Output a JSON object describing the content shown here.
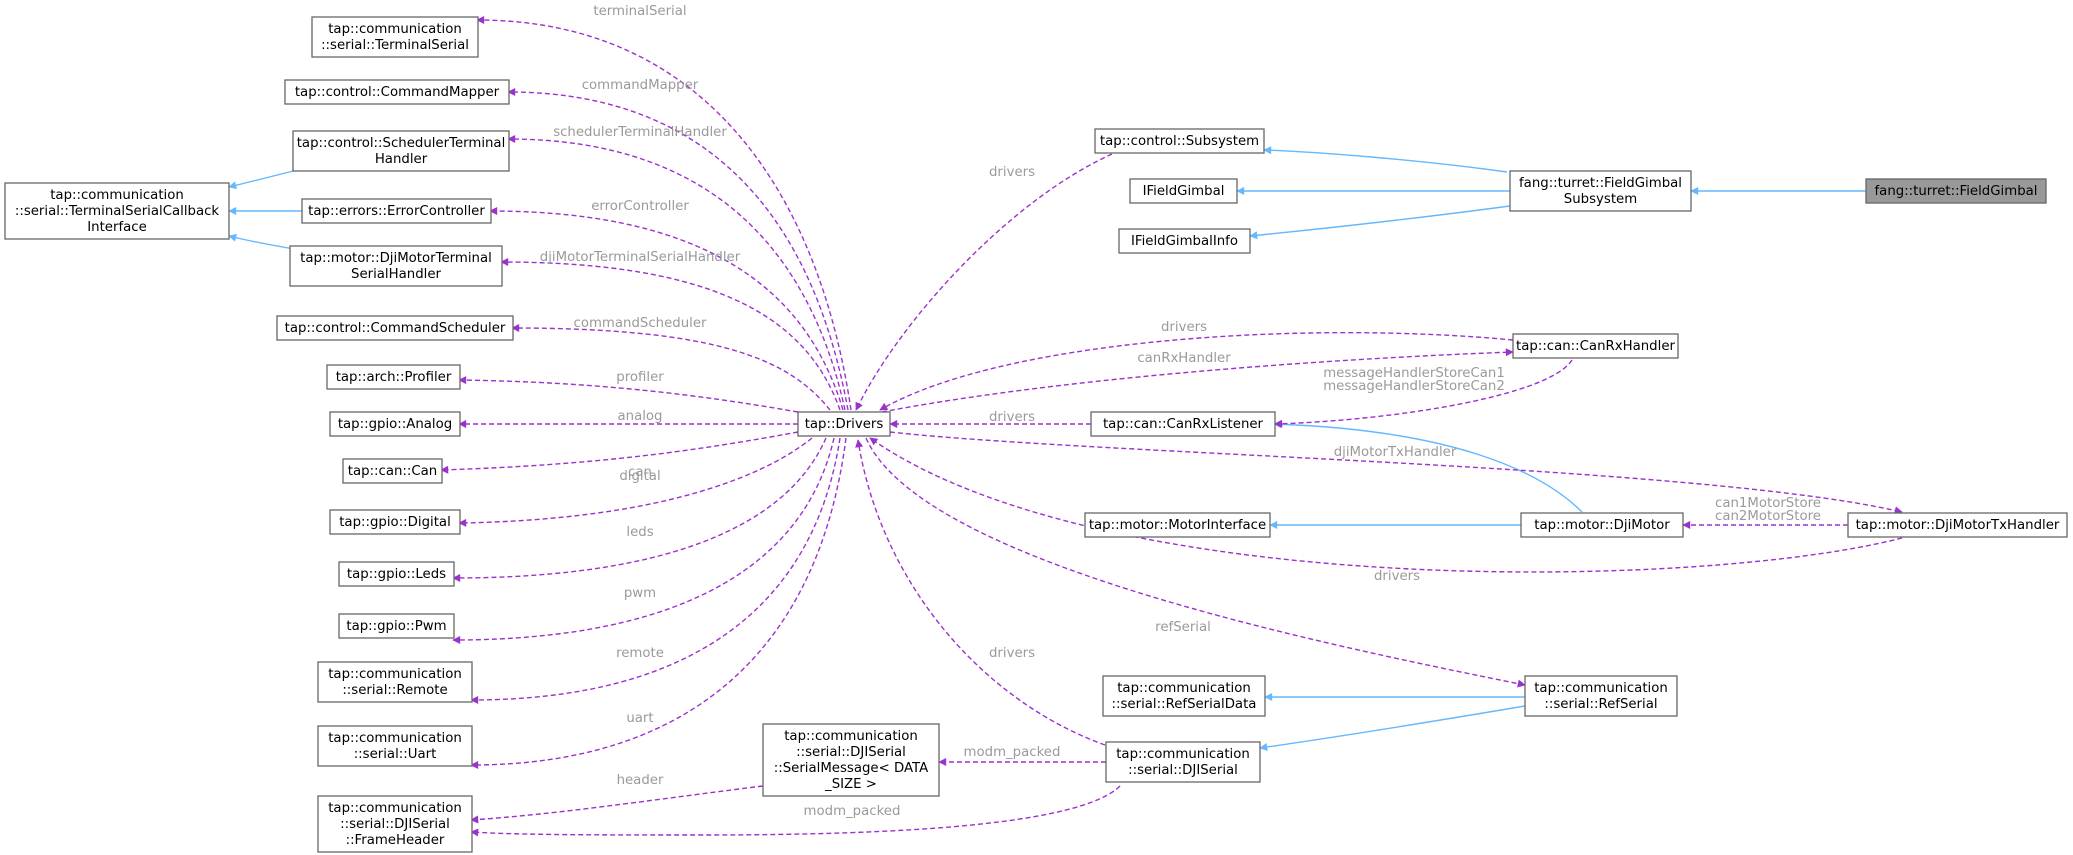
{
  "nodes": [
    {
      "id": "TerminalSerial",
      "lines": [
        "tap::communication",
        "::serial::TerminalSerial"
      ]
    },
    {
      "id": "CommandMapper",
      "lines": [
        "tap::control::CommandMapper"
      ]
    },
    {
      "id": "SchedulerTerminalHandler",
      "lines": [
        "tap::control::SchedulerTerminal",
        "Handler"
      ]
    },
    {
      "id": "TerminalSerialCallbackInterface",
      "lines": [
        "tap::communication",
        "::serial::TerminalSerialCallback",
        "Interface"
      ]
    },
    {
      "id": "ErrorController",
      "lines": [
        "tap::errors::ErrorController"
      ]
    },
    {
      "id": "DjiMotorTerminalSerialHandler",
      "lines": [
        "tap::motor::DjiMotorTerminal",
        "SerialHandler"
      ]
    },
    {
      "id": "CommandScheduler",
      "lines": [
        "tap::control::CommandScheduler"
      ]
    },
    {
      "id": "Profiler",
      "lines": [
        "tap::arch::Profiler"
      ]
    },
    {
      "id": "Analog",
      "lines": [
        "tap::gpio::Analog"
      ]
    },
    {
      "id": "Can",
      "lines": [
        "tap::can::Can"
      ]
    },
    {
      "id": "Digital",
      "lines": [
        "tap::gpio::Digital"
      ]
    },
    {
      "id": "Leds",
      "lines": [
        "tap::gpio::Leds"
      ]
    },
    {
      "id": "Pwm",
      "lines": [
        "tap::gpio::Pwm"
      ]
    },
    {
      "id": "Remote",
      "lines": [
        "tap::communication",
        "::serial::Remote"
      ]
    },
    {
      "id": "Uart",
      "lines": [
        "tap::communication",
        "::serial::Uart"
      ]
    },
    {
      "id": "FrameHeader",
      "lines": [
        "tap::communication",
        "::serial::DJISerial",
        "::FrameHeader"
      ]
    },
    {
      "id": "SerialMessage",
      "lines": [
        "tap::communication",
        "::serial::DJISerial",
        "::SerialMessage< DATA",
        "_SIZE >"
      ]
    },
    {
      "id": "Drivers",
      "lines": [
        "tap::Drivers"
      ]
    },
    {
      "id": "Subsystem",
      "lines": [
        "tap::control::Subsystem"
      ]
    },
    {
      "id": "IFieldGimbal",
      "lines": [
        "IFieldGimbal"
      ]
    },
    {
      "id": "IFieldGimbalInfo",
      "lines": [
        "IFieldGimbalInfo"
      ]
    },
    {
      "id": "FieldGimbalSubsystem",
      "lines": [
        "fang::turret::FieldGimbal",
        "Subsystem"
      ]
    },
    {
      "id": "FieldGimbal",
      "lines": [
        "fang::turret::FieldGimbal"
      ]
    },
    {
      "id": "CanRxHandler",
      "lines": [
        "tap::can::CanRxHandler"
      ]
    },
    {
      "id": "CanRxListener",
      "lines": [
        "tap::can::CanRxListener"
      ]
    },
    {
      "id": "MotorInterface",
      "lines": [
        "tap::motor::MotorInterface"
      ]
    },
    {
      "id": "DjiMotor",
      "lines": [
        "tap::motor::DjiMotor"
      ]
    },
    {
      "id": "DjiMotorTxHandler",
      "lines": [
        "tap::motor::DjiMotorTxHandler"
      ]
    },
    {
      "id": "RefSerialData",
      "lines": [
        "tap::communication",
        "::serial::RefSerialData"
      ]
    },
    {
      "id": "RefSerial",
      "lines": [
        "tap::communication",
        "::serial::RefSerial"
      ]
    },
    {
      "id": "DJISerial",
      "lines": [
        "tap::communication",
        "::serial::DJISerial"
      ]
    }
  ],
  "edge_labels": [
    {
      "id": "terminalSerial",
      "lines": [
        "terminalSerial"
      ]
    },
    {
      "id": "commandMapper",
      "lines": [
        "commandMapper"
      ]
    },
    {
      "id": "schedulerTerminalHandler",
      "lines": [
        "schedulerTerminalHandler"
      ]
    },
    {
      "id": "errorController",
      "lines": [
        "errorController"
      ]
    },
    {
      "id": "djiMotorTerminalSerialHandler",
      "lines": [
        "djiMotorTerminalSerialHandler"
      ]
    },
    {
      "id": "commandScheduler",
      "lines": [
        "commandScheduler"
      ]
    },
    {
      "id": "profiler",
      "lines": [
        "profiler"
      ]
    },
    {
      "id": "analog",
      "lines": [
        "analog"
      ]
    },
    {
      "id": "can",
      "lines": [
        "can"
      ]
    },
    {
      "id": "digital",
      "lines": [
        "digital"
      ]
    },
    {
      "id": "leds",
      "lines": [
        "leds"
      ]
    },
    {
      "id": "pwm",
      "lines": [
        "pwm"
      ]
    },
    {
      "id": "remote",
      "lines": [
        "remote"
      ]
    },
    {
      "id": "uart",
      "lines": [
        "uart"
      ]
    },
    {
      "id": "header",
      "lines": [
        "header"
      ]
    },
    {
      "id": "modm_packed_1",
      "lines": [
        "modm_packed"
      ]
    },
    {
      "id": "modm_packed_2",
      "lines": [
        "modm_packed"
      ]
    },
    {
      "id": "drivers_subsystem",
      "lines": [
        "drivers"
      ]
    },
    {
      "id": "drivers_canrxhandler",
      "lines": [
        "drivers"
      ]
    },
    {
      "id": "canRxHandler",
      "lines": [
        "canRxHandler"
      ]
    },
    {
      "id": "messageHandlerStore",
      "lines": [
        "messageHandlerStoreCan1",
        "messageHandlerStoreCan2"
      ]
    },
    {
      "id": "drivers_canrxlistener",
      "lines": [
        "drivers"
      ]
    },
    {
      "id": "djiMotorTxHandler",
      "lines": [
        "djiMotorTxHandler"
      ]
    },
    {
      "id": "canMotorStore",
      "lines": [
        "can1MotorStore",
        "can2MotorStore"
      ]
    },
    {
      "id": "drivers_txhandler",
      "lines": [
        "drivers"
      ]
    },
    {
      "id": "refSerial",
      "lines": [
        "refSerial"
      ]
    },
    {
      "id": "drivers_djiserial",
      "lines": [
        "drivers"
      ]
    }
  ],
  "colors": {
    "inheritance_edge": "#63b8ff",
    "usage_edge": "#9a32cd",
    "node_border": "#666666",
    "focus_node_fill": "#999999",
    "edge_label_text": "#9a9a9a"
  }
}
